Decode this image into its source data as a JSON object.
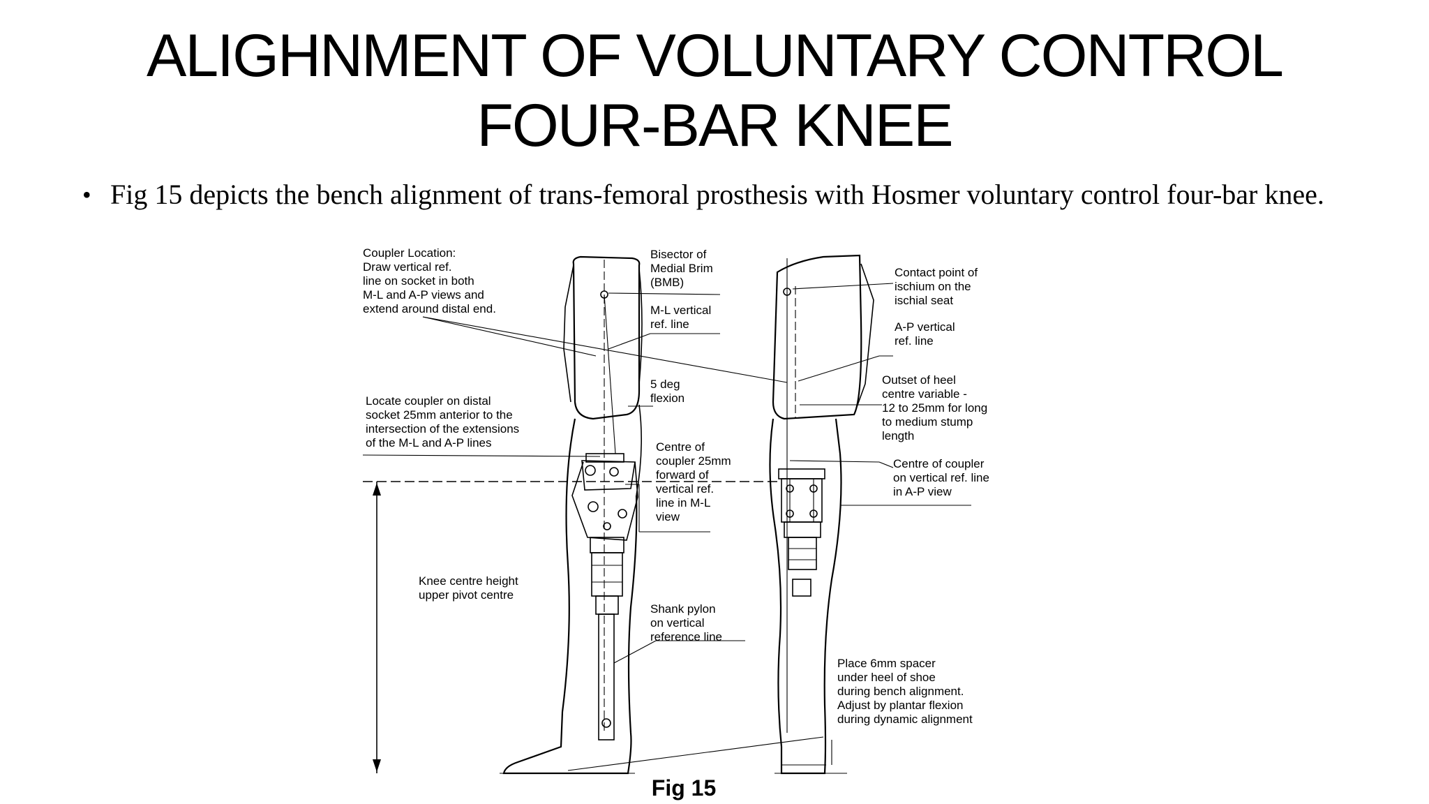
{
  "title": {
    "line1": "ALIGHNMENT OF VOLUNTARY CONTROL",
    "line2": "FOUR-BAR KNEE"
  },
  "bullet": {
    "marker": "•",
    "text": "Fig 15 depicts the bench alignment of trans-femoral prosthesis with Hosmer voluntary control four-bar knee."
  },
  "figure": {
    "caption": "Fig 15",
    "annotations": {
      "coupler_location": [
        "Coupler Location:",
        "Draw vertical ref.",
        "line on socket in both",
        "M-L and A-P views and",
        "extend around distal end."
      ],
      "bisector": [
        "Bisector of",
        "Medial Brim",
        "(BMB)"
      ],
      "ml_vertical": [
        "M-L vertical",
        "ref. line"
      ],
      "flexion": [
        "5 deg",
        "flexion"
      ],
      "locate_coupler": [
        "Locate coupler on distal",
        "socket 25mm anterior to the",
        "intersection of the extensions",
        "of the M-L and A-P lines"
      ],
      "centre_coupler_ml": [
        "Centre of",
        "coupler 25mm",
        "forward of",
        "vertical ref.",
        "line in M-L",
        "view"
      ],
      "knee_centre": [
        "Knee centre height",
        "upper pivot centre"
      ],
      "shank_pylon": [
        "Shank pylon",
        "on vertical",
        "reference line"
      ],
      "contact_point": [
        "Contact point of",
        "ischium on the",
        "ischial seat"
      ],
      "ap_vertical": [
        "A-P vertical",
        "ref. line"
      ],
      "outset_heel": [
        "Outset of heel",
        "centre variable -",
        "12 to 25mm for long",
        "to medium stump",
        "length"
      ],
      "centre_coupler_ap": [
        "Centre of coupler",
        "on vertical ref. line",
        "in A-P view"
      ],
      "spacer": [
        "Place 6mm spacer",
        "under heel of shoe",
        "during bench alignment.",
        "Adjust by plantar flexion",
        "during dynamic alignment"
      ]
    }
  }
}
